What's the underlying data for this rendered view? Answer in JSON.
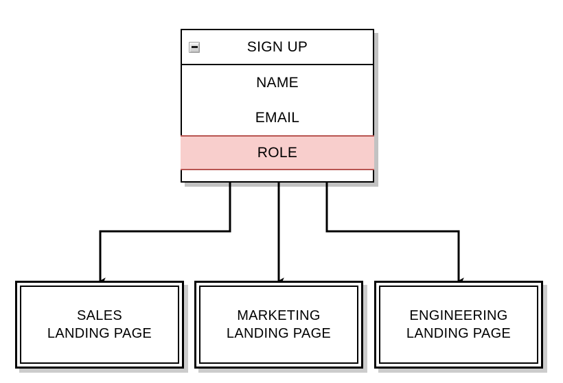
{
  "diagram": {
    "type": "flow-hierarchy",
    "background_color": "#ffffff",
    "entity": {
      "title": "SIGN UP",
      "collapse_icon": "minus-collapse-icon",
      "attributes": [
        {
          "label": "NAME",
          "highlighted": false
        },
        {
          "label": "EMAIL",
          "highlighted": false
        },
        {
          "label": "ROLE",
          "highlighted": true
        }
      ],
      "highlight_fill": "#f8cecc",
      "highlight_stroke": "#b85450",
      "stroke": "#000000",
      "fill": "#ffffff"
    },
    "pages": [
      {
        "label": "SALES\nLANDING PAGE"
      },
      {
        "label": "MARKETING\nLANDING PAGE"
      },
      {
        "label": "ENGINEERING\nLANDING PAGE"
      }
    ],
    "edges": {
      "stroke": "#000000",
      "stroke_width": 3,
      "arrowhead": "filled-triangle",
      "paths": [
        {
          "from": "sign-up",
          "to": "sales-landing-page"
        },
        {
          "from": "sign-up",
          "to": "marketing-landing-page"
        },
        {
          "from": "sign-up",
          "to": "engineering-landing-page"
        }
      ]
    }
  }
}
